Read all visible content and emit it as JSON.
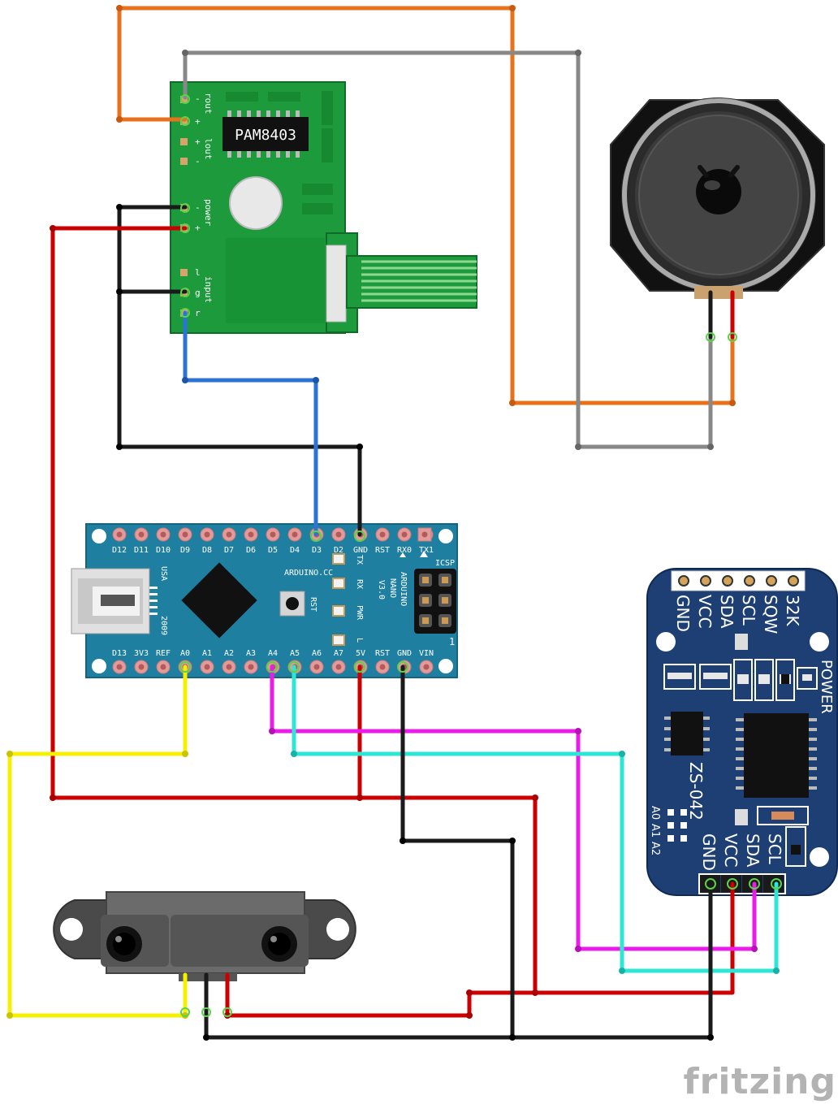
{
  "amp": {
    "chip": "PAM8403",
    "rout": "rout",
    "lout": "lout",
    "power": "power",
    "input": "input",
    "minus": "-",
    "plus": "+",
    "l": "l",
    "g": "g",
    "r": "r"
  },
  "nano": {
    "top_pins": [
      "D12",
      "D11",
      "D10",
      "D9",
      "D8",
      "D7",
      "D6",
      "D5",
      "D4",
      "D3",
      "D2",
      "GND",
      "RST",
      "RX0",
      "TX1"
    ],
    "bottom_pins": [
      "D13",
      "3V3",
      "REF",
      "A0",
      "A1",
      "A2",
      "A3",
      "A4",
      "A5",
      "A6",
      "A7",
      "5V",
      "RST",
      "GND",
      "VIN"
    ],
    "usa": "USA",
    "year": "2009",
    "brand": "ARDUINO.CC",
    "model_1": "ARDUINO",
    "model_2": "NANO",
    "model_3": "V3.0",
    "rst_button": "RST",
    "led_tx": "TX",
    "led_rx": "RX",
    "led_pwr": "PWR",
    "led_l": "L",
    "icsp": "ICSP",
    "icsp_num": "1"
  },
  "rtc": {
    "top_pins": [
      "GND",
      "VCC",
      "SDA",
      "SCL",
      "SQW",
      "32K"
    ],
    "bottom_pins": [
      "GND",
      "VCC",
      "SDA",
      "SCL"
    ],
    "model": "ZS-042",
    "power": "POWER",
    "addr_a0": "A0",
    "addr_a1": "A1",
    "addr_a2": "A2"
  },
  "logo": "fritzing",
  "colors": {
    "orange": "#e8711c",
    "gray": "#888888",
    "black": "#1a1a1a",
    "red": "#cc0000",
    "blue": "#2b74d6",
    "yellow": "#f5f000",
    "magenta": "#ea1ce8",
    "cyan": "#2ce6d6",
    "amp_board": "#1c9a3c",
    "nano_board": "#1f7fa0",
    "rtc_board": "#1d3f73"
  }
}
